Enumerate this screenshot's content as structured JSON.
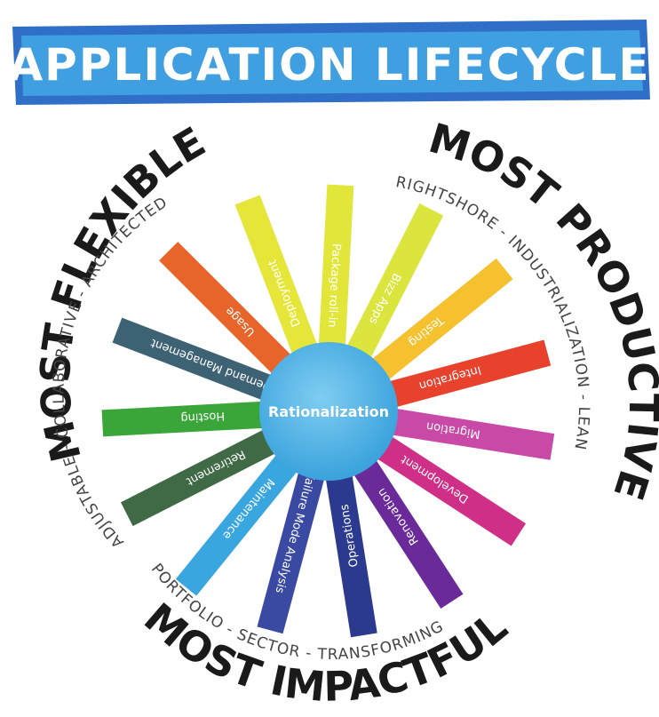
{
  "title": "APPLICATION LIFECYCLE",
  "center_label": "Rationalization",
  "arcs": {
    "flexible_heading": "MOST FLEXIBLE",
    "flexible_sub": "ADJUSTABLE - COLLABORATIVE - ARCHITECTED",
    "productive_heading": "MOST PRODUCTIVE",
    "productive_sub": "RIGHTSHORE - INDUSTRIALIZATION - LEAN",
    "impactful_heading": "MOST IMPACTFUL",
    "impactful_sub": "PORTFOLIO - SECTOR - TRANSFORMING"
  },
  "spokes": [
    {
      "label": "Package roll-in",
      "color": "#e2e63a"
    },
    {
      "label": "Bizz Apps",
      "color": "#dce53e"
    },
    {
      "label": "Testing",
      "color": "#f5c12e"
    },
    {
      "label": "Integration",
      "color": "#e8412c"
    },
    {
      "label": "Migration",
      "color": "#c94aa6"
    },
    {
      "label": "Development",
      "color": "#cf2f86"
    },
    {
      "label": "Renovation",
      "color": "#6a2a9a"
    },
    {
      "label": "Operations",
      "color": "#2b3a8f"
    },
    {
      "label": "Failure Mode Analysis",
      "color": "#3a4aa3"
    },
    {
      "label": "Maintenance",
      "color": "#3aa6e0"
    },
    {
      "label": "Retirement",
      "color": "#3f6a45"
    },
    {
      "label": "Hosting",
      "color": "#3aa63a"
    },
    {
      "label": "Demand Management",
      "color": "#3d6274"
    },
    {
      "label": "Usage",
      "color": "#e7652a"
    },
    {
      "label": "Deployment",
      "color": "#e6e63a"
    }
  ],
  "colors": {
    "banner": "#3f9fe0",
    "banner_dark": "#2f6fc8",
    "hub": "#4bb4e8",
    "arc_text": "#1a1a1a",
    "sub_text": "#444444"
  }
}
